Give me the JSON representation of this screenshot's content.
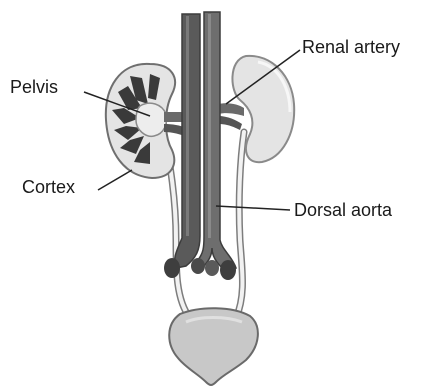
{
  "labels": {
    "pelvis": "Pelvis",
    "renal_artery": "Renal artery",
    "cortex": "Cortex",
    "dorsal_aorta": "Dorsal aorta"
  },
  "colors": {
    "vessel_dark": "#5e5e5e",
    "vessel_mid": "#7a7a7a",
    "kidney_light": "#e6e6e6",
    "kidney_edge": "#8a8a8a",
    "medulla_dark": "#3a3a3a",
    "bladder": "#c8c8c8",
    "ureter": "#eeeeee"
  }
}
